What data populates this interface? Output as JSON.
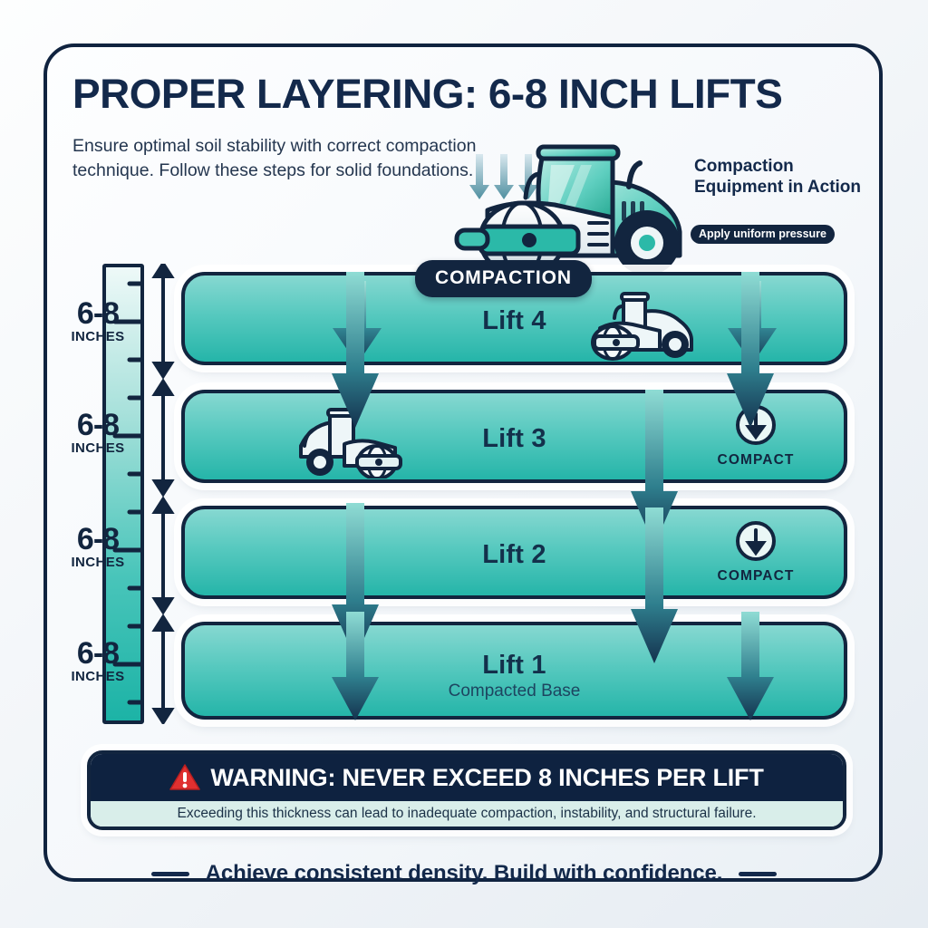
{
  "header": {
    "title": "PROPER LAYERING: 6-8 INCH LIFTS",
    "subtitle": "Ensure optimal soil stability with correct compaction technique. Follow these steps for solid foundations."
  },
  "equipment": {
    "caption": "Compaction Equipment in Action",
    "pill_label": "Apply uniform pressure",
    "icon": "road-roller-icon",
    "pressure_icon": "downward-pressure-arrows-icon"
  },
  "compaction_badge": {
    "label": "COMPACTION"
  },
  "scale": {
    "icon": "ruler-icon",
    "labels": [
      {
        "value": "6-8",
        "unit": "INCHES"
      },
      {
        "value": "6-8",
        "unit": "INCHES"
      },
      {
        "value": "6-8",
        "unit": "INCHES"
      },
      {
        "value": "6-8",
        "unit": "INCHES"
      }
    ]
  },
  "lifts": [
    {
      "title": "Lift 4",
      "subtitle": "",
      "has_roller": true,
      "compact_label": ""
    },
    {
      "title": "Lift 3",
      "subtitle": "",
      "has_roller": true,
      "compact_label": "COMPACT"
    },
    {
      "title": "Lift 2",
      "subtitle": "",
      "has_roller": false,
      "compact_label": "COMPACT"
    },
    {
      "title": "Lift 1",
      "subtitle": "Compacted Base",
      "has_roller": false,
      "compact_label": ""
    }
  ],
  "warning": {
    "icon": "warning-triangle-icon",
    "headline": "WARNING: NEVER EXCEED 8 INCHES PER LIFT",
    "detail": "Exceeding this thickness can lead to inadequate compaction, instability, and structural failure."
  },
  "footer": {
    "text": "Achieve consistent density. Build with confidence."
  },
  "colors": {
    "navy": "#12253f",
    "teal_light": "#86d8d1",
    "teal_dark": "#25b5a9",
    "warning_red": "#e03030",
    "warn_band": "#d9eeea",
    "page_bg": "#eef2f7"
  }
}
